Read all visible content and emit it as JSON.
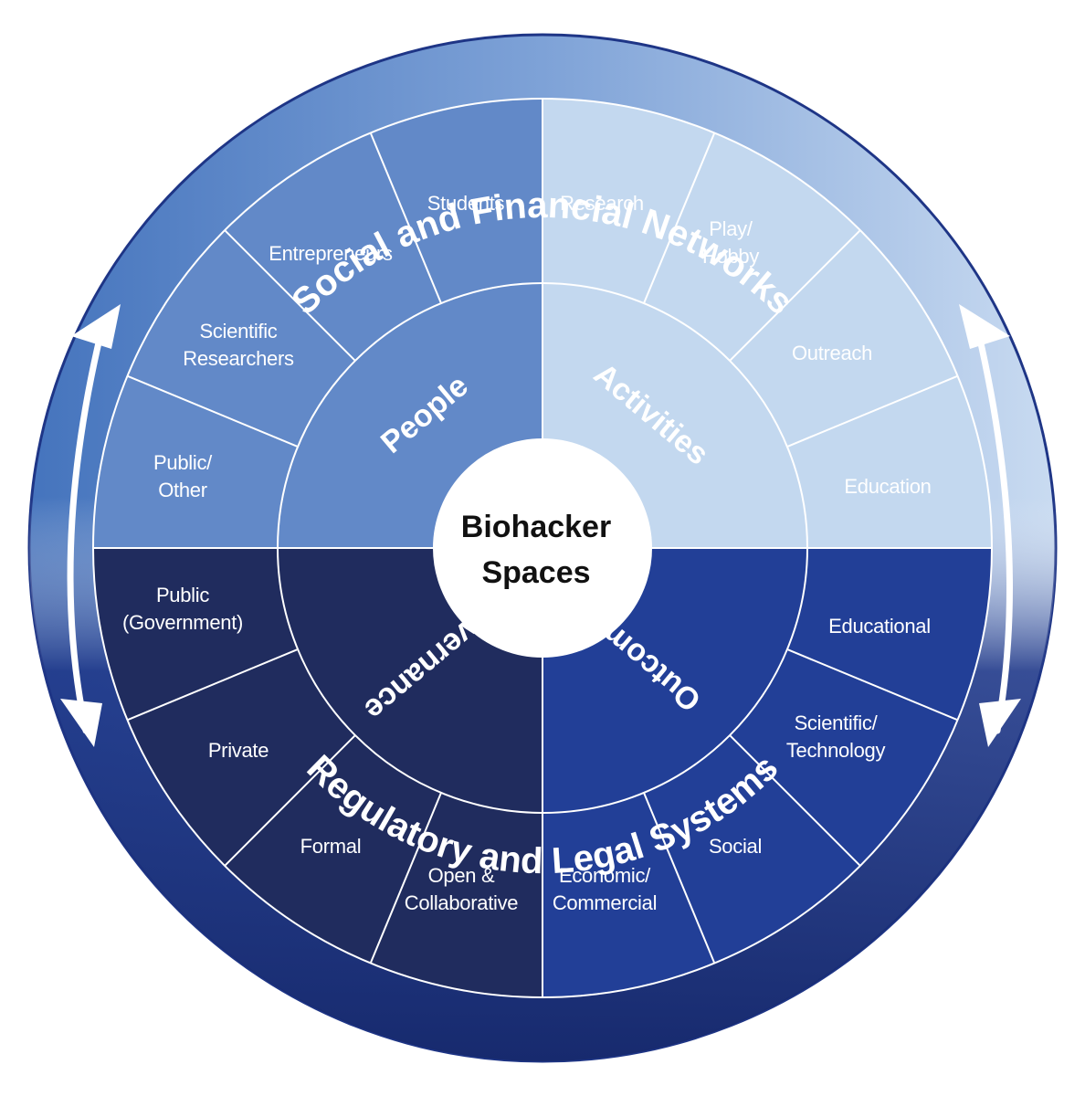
{
  "center": {
    "line1": "Biohacker",
    "line2": "Spaces"
  },
  "outer_ring": {
    "top": "Social and Financial Networks",
    "bottom": "Regulatory and Legal Systems"
  },
  "quadrants": {
    "people": {
      "label": "People",
      "color": "#6289C8",
      "segments": [
        [
          "Students"
        ],
        [
          "Entrepreneurs"
        ],
        [
          "Scientific",
          "Researchers"
        ],
        [
          "Public/",
          "Other"
        ]
      ]
    },
    "activities": {
      "label": "Activities",
      "color": "#C3D8EF",
      "segments": [
        [
          "Research"
        ],
        [
          "Play/",
          "Hobby"
        ],
        [
          "Outreach"
        ],
        [
          "Education"
        ]
      ]
    },
    "outcomes": {
      "label": "Outcomes",
      "color": "#223F97",
      "segments": [
        [
          "Educational"
        ],
        [
          "Scientific/",
          "Technology"
        ],
        [
          "Social"
        ],
        [
          "Economic/",
          "Commercial"
        ]
      ]
    },
    "governance": {
      "label": "Governance",
      "color": "#202C5E",
      "segments": [
        [
          "Public",
          "(Government)"
        ],
        [
          "Private"
        ],
        [
          "Formal"
        ],
        [
          "Open &",
          "Collaborative"
        ]
      ]
    }
  },
  "colors": {
    "ring_top_left": "#4A78C0",
    "ring_top_right": "#C6DAF1",
    "ring_bottom": "#1E3586",
    "divider": "#FFFFFF"
  },
  "icons": [
    "double-arrow-left-icon",
    "double-arrow-right-icon"
  ]
}
